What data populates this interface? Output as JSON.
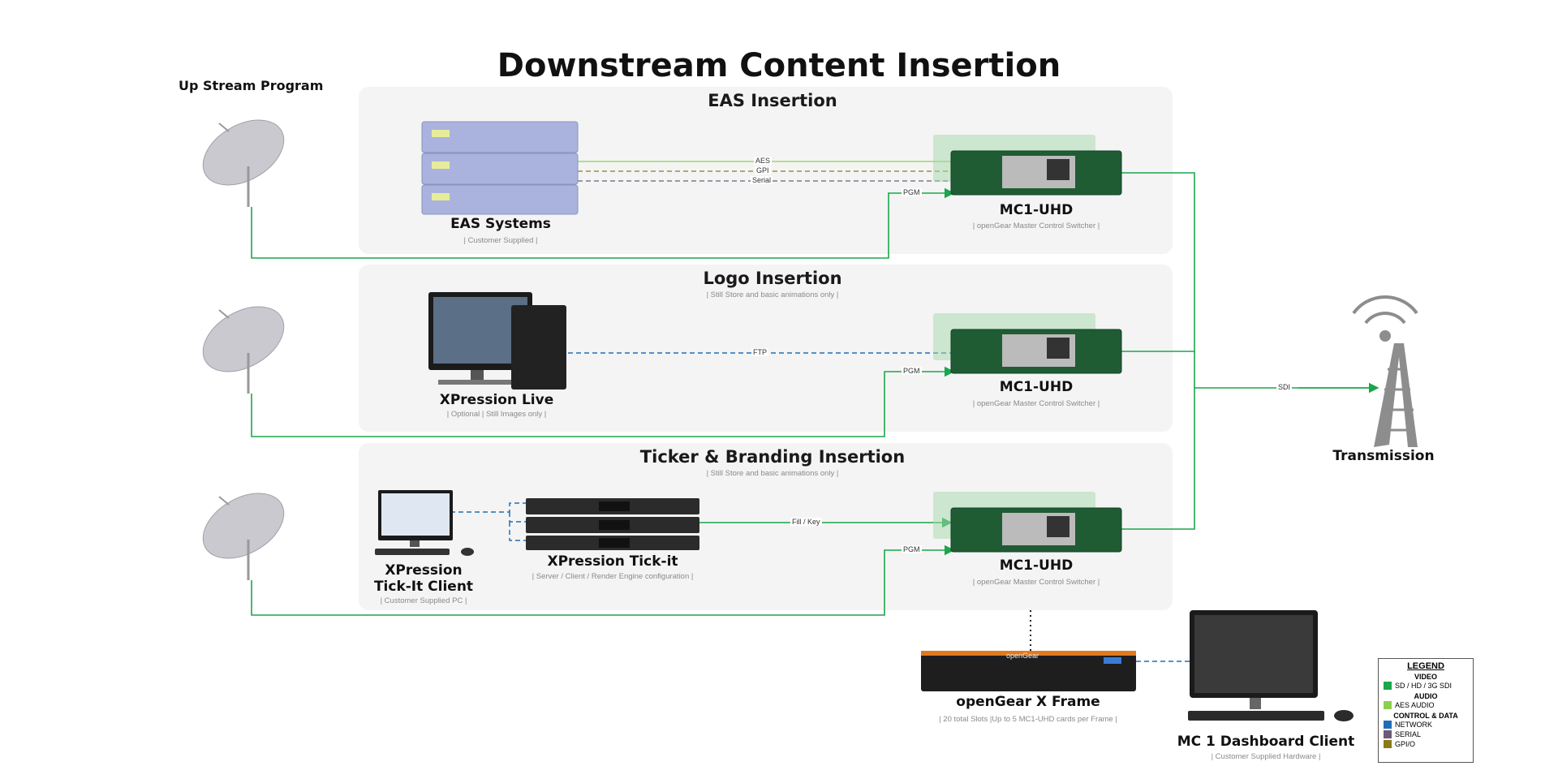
{
  "title": "Downstream Content Insertion",
  "upstream_label": "Up Stream Program",
  "sections": [
    {
      "title": "EAS Insertion",
      "subtitle": "",
      "source_label": "EAS Systems",
      "source_sub": "| Customer Supplied |",
      "switcher_label": "MC1-UHD",
      "switcher_sub": "| openGear Master Control Switcher |"
    },
    {
      "title": "Logo Insertion",
      "subtitle": "| Still Store and basic animations only |",
      "source_label": "XPression Live",
      "source_sub": "| Optional | Still Images only |",
      "switcher_label": "MC1-UHD",
      "switcher_sub": "| openGear Master Control Switcher |"
    },
    {
      "title": "Ticker & Branding Insertion",
      "subtitle": "| Still Store and basic animations only |",
      "source_label": "XPression Tick-it",
      "source_sub": "| Server / Client / Render Engine  configuration |",
      "client_label_1": "XPression",
      "client_label_2": "Tick-It Client",
      "client_sub": "| Customer Supplied PC |",
      "switcher_label": "MC1-UHD",
      "switcher_sub": "| openGear Master Control Switcher |"
    }
  ],
  "connections": {
    "aes": "AES",
    "gpi": "GPI",
    "serial": "Serial",
    "pgm": "PGM",
    "ftp": "FTP",
    "fill_key": "Fill / Key",
    "sdi": "SDI"
  },
  "frame": {
    "label": "openGear X Frame",
    "sub": "| 20 total Slots |Up to 5 MC1-UHD cards per Frame |",
    "brand": "openGear"
  },
  "dashboard": {
    "label": "MC 1 Dashboard Client",
    "sub": "| Customer Supplied Hardware |"
  },
  "transmission_label": "Transmission",
  "legend": {
    "title": "LEGEND",
    "video_header": "VIDEO",
    "video_item": "SD / HD / 3G SDI",
    "audio_header": "AUDIO",
    "audio_item": "AES AUDIO",
    "control_header": "CONTROL & DATA",
    "network_item": "NETWORK",
    "serial_item": "SERIAL",
    "gpio_item": "GPI/O"
  },
  "colors": {
    "video": "#1aa64b",
    "audio": "#8ccf4d",
    "network": "#1f6fb6",
    "serial": "#6d5a7a",
    "gpio": "#8a7a1a"
  }
}
